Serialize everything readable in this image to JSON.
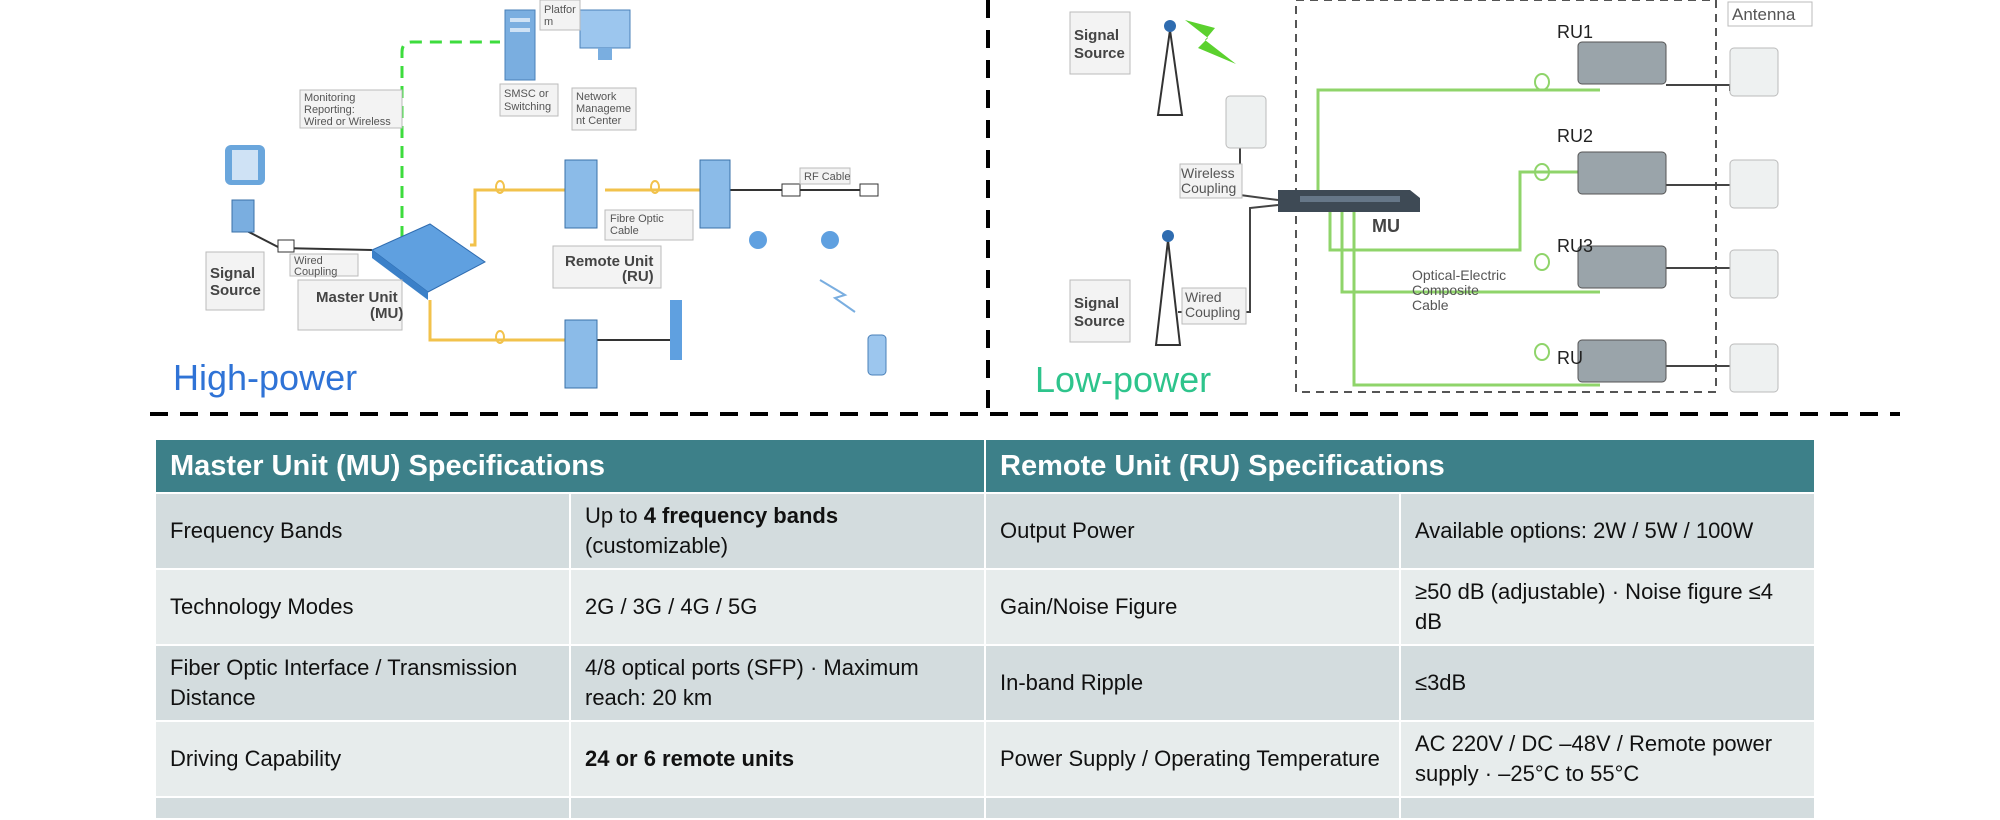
{
  "high_power": {
    "title": "High-power",
    "labels": {
      "monitoring": [
        "Monitoring",
        "Reporting:",
        "Wired or Wireless"
      ],
      "smsc": [
        "SMSC or",
        "Switching"
      ],
      "nmc": [
        "Network",
        "Manageme",
        "nt Center"
      ],
      "platform": [
        "Platfor",
        "m"
      ],
      "rf_cable": "RF Cable",
      "fibre": [
        "Fibre Optic",
        "Cable"
      ],
      "wired": [
        "Wired",
        "Coupling"
      ],
      "signal_source": [
        "Signal",
        "Source"
      ],
      "master_unit": [
        "Master Unit",
        "(MU)"
      ],
      "remote_unit": [
        "Remote Unit",
        "(RU)"
      ]
    }
  },
  "low_power": {
    "title": "Low-power",
    "labels": {
      "antenna": "Antenna",
      "signal_source_top": [
        "Signal",
        "Source"
      ],
      "signal_source_bottom": [
        "Signal",
        "Source"
      ],
      "wireless": [
        "Wireless",
        "Coupling"
      ],
      "wired": [
        "Wired",
        "Coupling"
      ],
      "mu": "MU",
      "cable": [
        "Optical-Electric",
        "Composite",
        "Cable"
      ],
      "ru": [
        "RU1",
        "RU2",
        "RU3",
        "RU"
      ]
    }
  },
  "colors": {
    "high_power_title": "#2f73d6",
    "low_power_title": "#2ec48c",
    "header_bg": "#3d8089",
    "row_dark": "#d3dcde",
    "row_light": "#e7ecec",
    "fiber_yellow": "#f2c24b",
    "composite_green": "#8fd46a",
    "monitor_green": "#3ddc3d",
    "device_blue": "#7aaee0"
  },
  "table": {
    "headers": [
      "Master Unit (MU) Specifications",
      "Remote Unit (RU) Specifications"
    ],
    "rows": [
      {
        "mu_param": "Frequency Bands",
        "mu_pre": "Up to ",
        "mu_bold": "4 frequency bands",
        "mu_post": "(customizable)",
        "ru_param": "Output Power",
        "ru_value": "Available options: 2W / 5W / 100W"
      },
      {
        "mu_param": "Technology Modes",
        "mu_pre": "2G / 3G / 4G / 5G",
        "mu_bold": "",
        "mu_post": "",
        "ru_param": "Gain/Noise Figure",
        "ru_value": "≥50 dB (adjustable) · Noise figure ≤4 dB"
      },
      {
        "mu_param": "Fiber Optic Interface / Transmission Distance",
        "mu_pre": "4/8 optical ports (SFP) · Maximum reach: 20 km",
        "mu_bold": "",
        "mu_post": "",
        "ru_param": "In-band Ripple",
        "ru_value": "≤3dB"
      },
      {
        "mu_param": "Driving Capability",
        "mu_pre": "",
        "mu_bold": "24 or 6 remote units",
        "mu_post": "",
        "ru_param": "Power Supply / Operating Temperature",
        "ru_value": "AC 220V / DC –48V / Remote power supply · –25°C to 55°C"
      }
    ]
  }
}
